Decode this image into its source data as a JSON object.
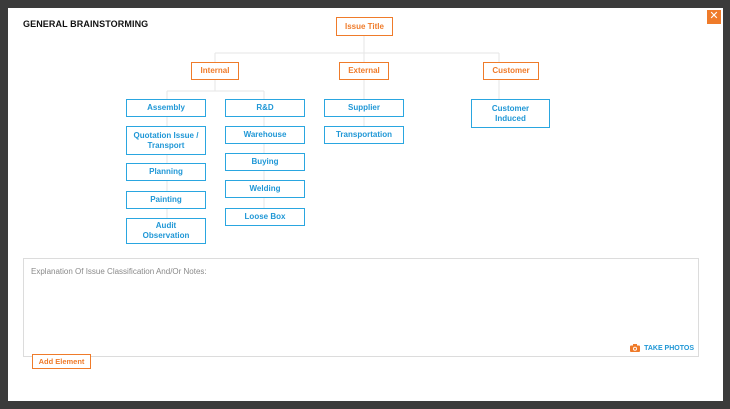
{
  "dialog": {
    "title": "GENERAL BRAINSTORMING",
    "close_icon": "close-icon"
  },
  "root": {
    "label": "Issue Title"
  },
  "categories": [
    {
      "label": "Internal"
    },
    {
      "label": "External"
    },
    {
      "label": "Customer"
    }
  ],
  "internal_left": [
    {
      "label": "Assembly"
    },
    {
      "label": "Quotation Issue / Transport"
    },
    {
      "label": "Planning"
    },
    {
      "label": "Painting"
    },
    {
      "label": "Audit Observation"
    }
  ],
  "internal_right": [
    {
      "label": "R&D"
    },
    {
      "label": "Warehouse"
    },
    {
      "label": "Buying"
    },
    {
      "label": "Welding"
    },
    {
      "label": "Loose Box"
    }
  ],
  "external": [
    {
      "label": "Supplier"
    },
    {
      "label": "Transportation"
    }
  ],
  "customer": [
    {
      "label": "Customer Induced"
    }
  ],
  "notes": {
    "placeholder": "Explanation Of Issue Classification And/Or Notes:",
    "take_photos": "TAKE PHOTOS",
    "camera_icon": "camera-icon"
  },
  "add_element": {
    "label": "Add Element"
  },
  "colors": {
    "accent": "#ef7b2a",
    "node_blue": "#2aa6e0"
  }
}
